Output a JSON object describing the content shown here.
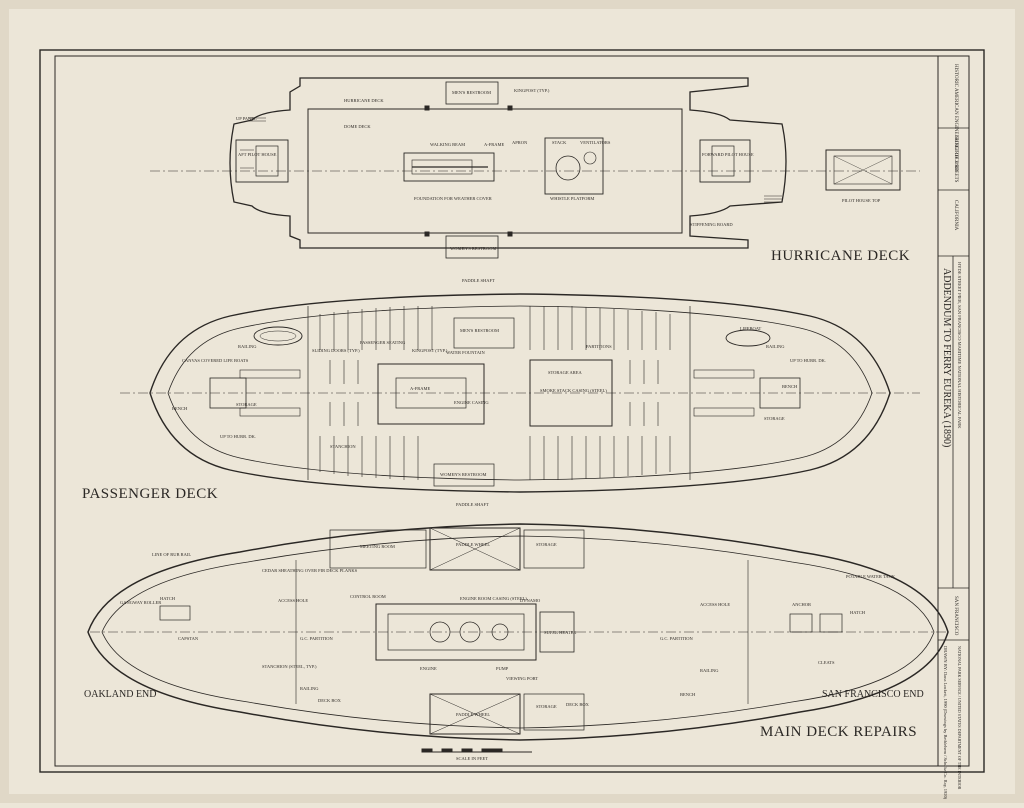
{
  "titles": {
    "hurricane": "HURRICANE DECK",
    "passenger": "PASSENGER DECK",
    "main": "MAIN DECK REPAIRS"
  },
  "ends": {
    "oakland": "OAKLAND END",
    "sanfrancisco": "SAN FRANCISCO END"
  },
  "title_block": {
    "main_title": "ADDENDUM TO FERRY EUREKA (1890)",
    "subtitle": "HYDE STREET PIER, SAN FRANCISCO MARITIME NATIONAL HISTORICAL PARK",
    "location": "SAN FRANCISCO",
    "county": "CALIFORNIA",
    "sheet": "SHEET OF 3 SHEETS",
    "record": "HISTORIC AMERICAN ENGINEERING RECORD",
    "drawn_by": "DRAWN BY: Dana Lockett, 1990 (Drawings by Bethlehem / Schultz Co. Ray, 1920)",
    "agency": "NATIONAL PARK SERVICE / UNITED STATES DEPARTMENT OF THE INTERIOR"
  },
  "hurricane_labels": {
    "mens_restroom": "MEN'S RESTROOM",
    "womens_restroom": "WOMEN'S RESTROOM",
    "hurricane_deck": "HURRICANE DECK",
    "dome_deck": "DOME DECK",
    "walking_beam": "WALKING BEAM",
    "a_frame": "A-FRAME",
    "apron": "APRON",
    "stack": "STACK",
    "ventilators": "VENTILATORS",
    "foundation": "FOUNDATION FOR WEATHER COVER",
    "whistle_platform": "WHISTLE PLATFORM",
    "kingpost": "KINGPOST (TYP.)",
    "stiffening_board": "STIFFENING BOARD",
    "aft_pilot_house": "AFT PILOT HOUSE",
    "forward_pilot_house": "FORWARD PILOT HOUSE",
    "pilot_house_top": "PILOT HOUSE TOP",
    "up_panel": "UP PANEL",
    "paddle_shaft": "PADDLE SHAFT"
  },
  "passenger_labels": {
    "railing": "RAILING",
    "canvas_covered": "CANVAS COVERED LIFE BOATS",
    "bench": "BENCH",
    "storage": "STORAGE",
    "up_to_hurricane": "UP TO HURR. DK.",
    "sliding_doors": "SLIDING DOORS (TYP.)",
    "passenger_seating": "PASSENGER SEATING",
    "mens_restroom": "MEN'S RESTROOM",
    "water_fountain": "WATER FOUNTAIN",
    "kingpost": "KINGPOST (TYP.)",
    "partitions": "PARTITIONS",
    "storage_area": "STORAGE AREA",
    "engine_casing": "ENGINE CASING",
    "smoke_stack": "SMOKE STACK CASING (STEEL)",
    "a_frame": "A-FRAME",
    "womens_restroom": "WOMEN'S RESTROOM",
    "lifeboat": "LIFEBOAT",
    "stanchion": "STANCHION",
    "paddle_shaft": "PADDLE SHAFT"
  },
  "main_labels": {
    "meeting_room": "MEETING ROOM",
    "paddle_wheel": "PADDLE WHEEL",
    "storage": "STORAGE",
    "line_of_rub_rail": "LINE OF RUB RAIL",
    "cedar_sheathing": "CEDAR SHEATHING OVER FIR DECK PLANKS",
    "gangway": "GANGWAY ROLLER",
    "capstan": "CAPSTAN",
    "control_room": "CONTROL ROOM",
    "engine_room": "ENGINE ROOM CASING (STEEL)",
    "dynamo": "DYNAMO",
    "super_heater": "SUPER HEATER",
    "access_hole": "ACCESS HOLE",
    "hatch": "HATCH",
    "anchor": "ANCHOR",
    "potable_water": "POTABLE WATER TANK",
    "cleats": "CLEATS",
    "railing": "RAILING",
    "bench": "BENCH",
    "stanchion": "STANCHION (STEEL, TYP.)",
    "deck_box": "DECK BOX",
    "gc_partition": "G.C. PARTITION",
    "engine": "ENGINE",
    "pump": "PUMP",
    "viewing_port": "VIEWING PORT",
    "scale": "SCALE IN FEET"
  },
  "colors": {
    "paper": "#ece6d8",
    "ink": "#2b2825",
    "grey": "#6b655d"
  }
}
